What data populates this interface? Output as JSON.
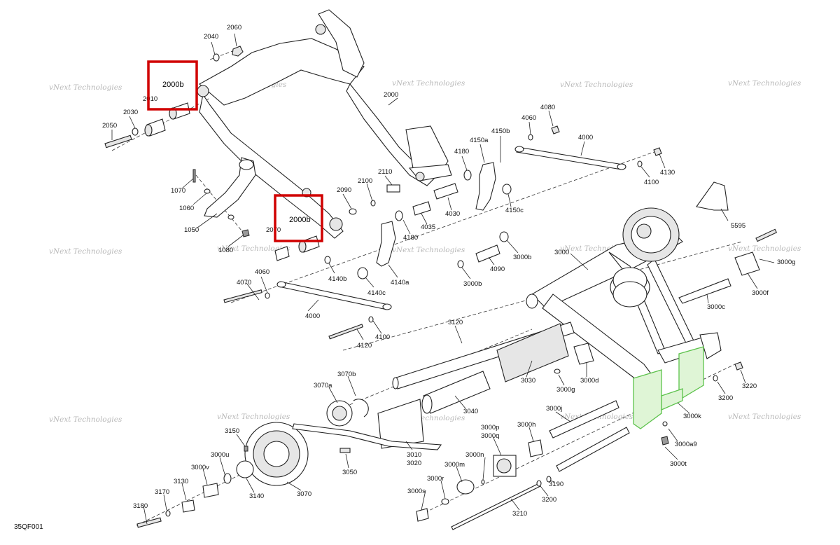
{
  "diagram_code": "35QF001",
  "watermark_text": "vNext Technologies",
  "highlight_color": "#d00000",
  "accent_color": "#5cc24b",
  "highlighted_labels": [
    "2000b",
    "2000b"
  ],
  "labels": [
    "2060",
    "2040",
    "2010",
    "2030",
    "2050",
    "2000",
    "1070",
    "1060",
    "1050",
    "1080",
    "2070",
    "2090",
    "2100",
    "2110",
    "4060",
    "4070",
    "4000",
    "4120",
    "4100",
    "4180",
    "4150a",
    "4150b",
    "4060",
    "4080",
    "4000",
    "4130",
    "4100",
    "4030",
    "4035",
    "4180",
    "4150c",
    "4140b",
    "4140c",
    "4140a",
    "3000b",
    "4090",
    "3000b",
    "5595",
    "3000",
    "3000g",
    "3000f",
    "3000c",
    "3120",
    "3030",
    "3000g",
    "3000d",
    "3070a",
    "3070b",
    "3040",
    "3000j",
    "3000k",
    "3200",
    "3220",
    "3000a9",
    "3000t",
    "3150",
    "3010",
    "3020",
    "3050",
    "3000p",
    "3000q",
    "3000h",
    "3000n",
    "3000m",
    "3000u",
    "3000v",
    "3130",
    "3170",
    "3180",
    "3140",
    "3070",
    "3000r",
    "3000s",
    "3190",
    "3200",
    "3210"
  ]
}
